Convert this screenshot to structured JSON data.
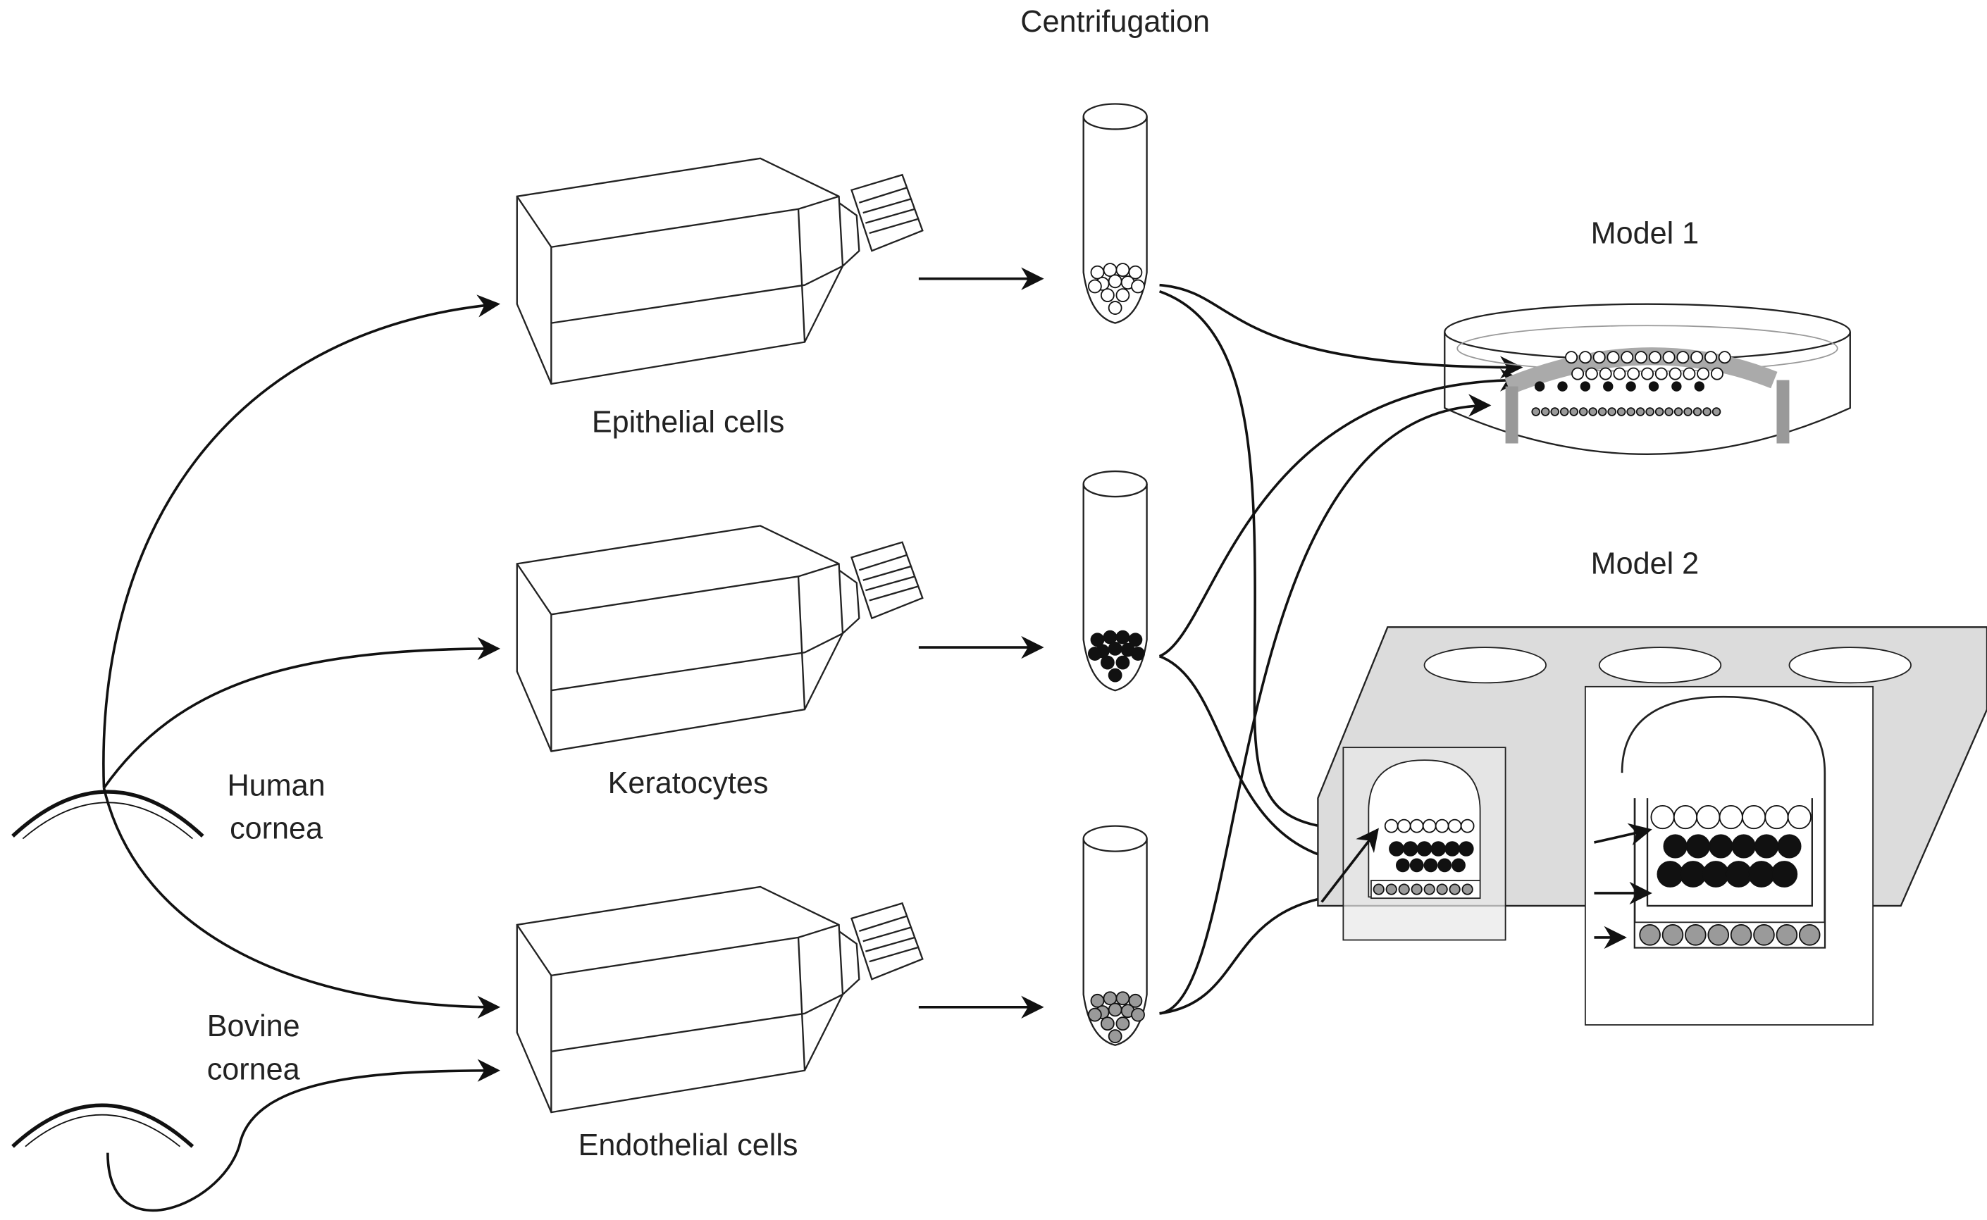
{
  "labels": {
    "centrifugation": "Centrifugation",
    "model1": "Model 1",
    "model2": "Model 2",
    "epithelial": "Epithelial cells",
    "keratocytes": "Keratocytes",
    "endothelial": "Endothelial cells",
    "human_cornea_1": "Human",
    "human_cornea_2": "cornea",
    "bovine_cornea_1": "Bovine",
    "bovine_cornea_2": "cornea"
  },
  "colors": {
    "epithelial_cell": "#ffffff",
    "keratocyte_cell": "#111111",
    "endothelial_cell": "#9a9a9a",
    "plate": "#dcdcdc"
  }
}
